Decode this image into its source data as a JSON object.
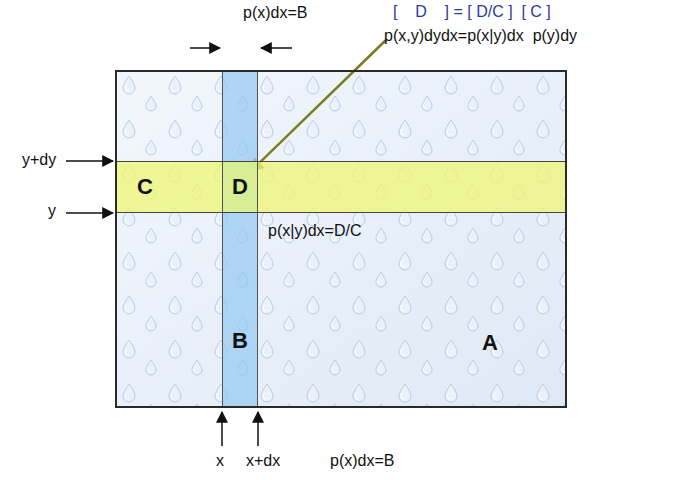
{
  "diagram": {
    "nodes": [
      {
        "text": [
          "A"
        ]
      },
      {
        "text": [
          "C"
        ],
        "in": 0
      },
      {
        "text": [
          "D"
        ],
        "in": 1
      },
      {
        "text": [
          "B"
        ],
        "in": 0
      }
    ],
    "labels": [
      "p(x)dx=B",
      "[    D    ] = [ D/C ]  [ C ]",
      "p(x,y)dydx=p(x|y)dx  p(y)dy",
      "y+dy",
      "y",
      "p(x|y)dx=D/C",
      "x",
      "x+dx",
      "p(x)dx=B"
    ]
  }
}
